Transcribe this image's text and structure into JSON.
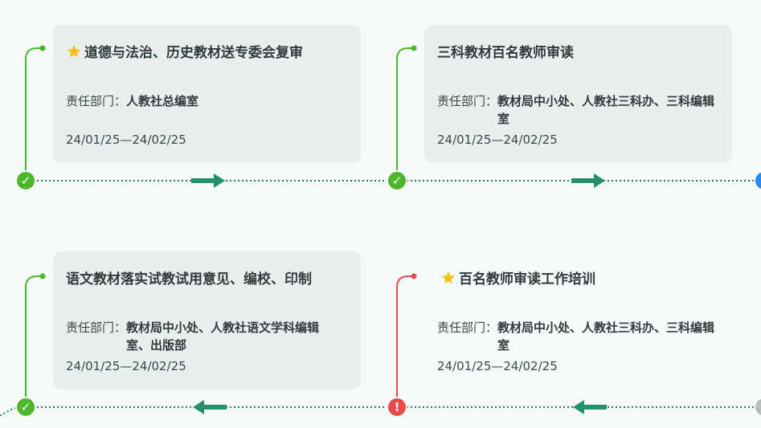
{
  "cards": [
    {
      "title": "道德与法治、历史教材送专委会复审",
      "starred": true,
      "dept_label": "责任部门：",
      "dept_value": "人教社总编室",
      "date": "24/01/25—24/02/25",
      "status": "done"
    },
    {
      "title": "三科教材百名教师审读",
      "starred": false,
      "dept_label": "责任部门：",
      "dept_value": "教材局中小处、人教社三科办、三科编辑室",
      "date": "24/01/25—24/02/25",
      "status": "done"
    },
    {
      "title": "语文教材落实试教试用意见、编校、印制",
      "starred": false,
      "dept_label": "责任部门：",
      "dept_value": "教材局中小处、人教社语文学科编辑室、出版部",
      "date": "24/01/25—24/02/25",
      "status": "done"
    },
    {
      "title": "百名教师审读工作培训",
      "starred": true,
      "dept_label": "责任部门：",
      "dept_value": "教材局中小处、人教社三科办、三科编辑室",
      "date": "24/01/25—24/02/25",
      "status": "alert"
    }
  ],
  "colors": {
    "done": "#4cb72c",
    "alert": "#ec4b48",
    "active": "#2e86f0",
    "pending": "#b9bdbc",
    "arrow": "#23906a",
    "dotted_line": "#2d7a5e",
    "card_bg": "#e9eeee",
    "star": "#f7c21a"
  },
  "icons": {
    "done": "check-icon",
    "alert": "exclamation-icon",
    "star": "star-icon",
    "arrow_right": "arrow-right-icon",
    "arrow_left": "arrow-left-icon"
  },
  "glyphs": {
    "check": "✓",
    "alert": "!"
  }
}
